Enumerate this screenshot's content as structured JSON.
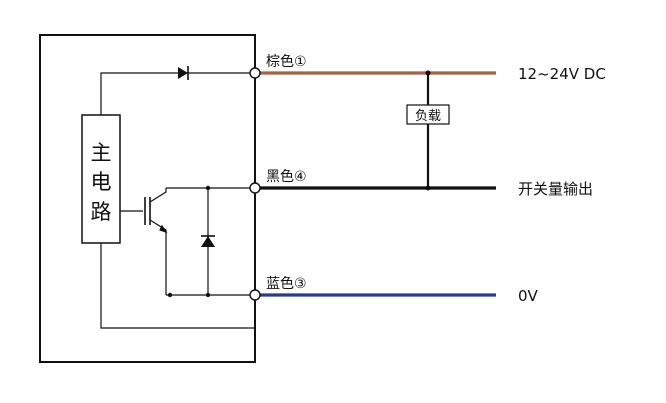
{
  "circuit": {
    "main_circuit_label": [
      "主",
      "电",
      "路"
    ],
    "load_label": "负载"
  },
  "wires": [
    {
      "id": "brown",
      "name": "棕色",
      "pin": "①",
      "terminal": "12~24V DC",
      "color": "#a0644a"
    },
    {
      "id": "black",
      "name": "黑色",
      "pin": "④",
      "terminal": "开关量输出",
      "color": "#111111"
    },
    {
      "id": "blue",
      "name": "蓝色",
      "pin": "③",
      "terminal": "0V",
      "color": "#2a3a8c"
    }
  ],
  "colors": {
    "line": "#111111",
    "box_fill": "#ffffff"
  }
}
